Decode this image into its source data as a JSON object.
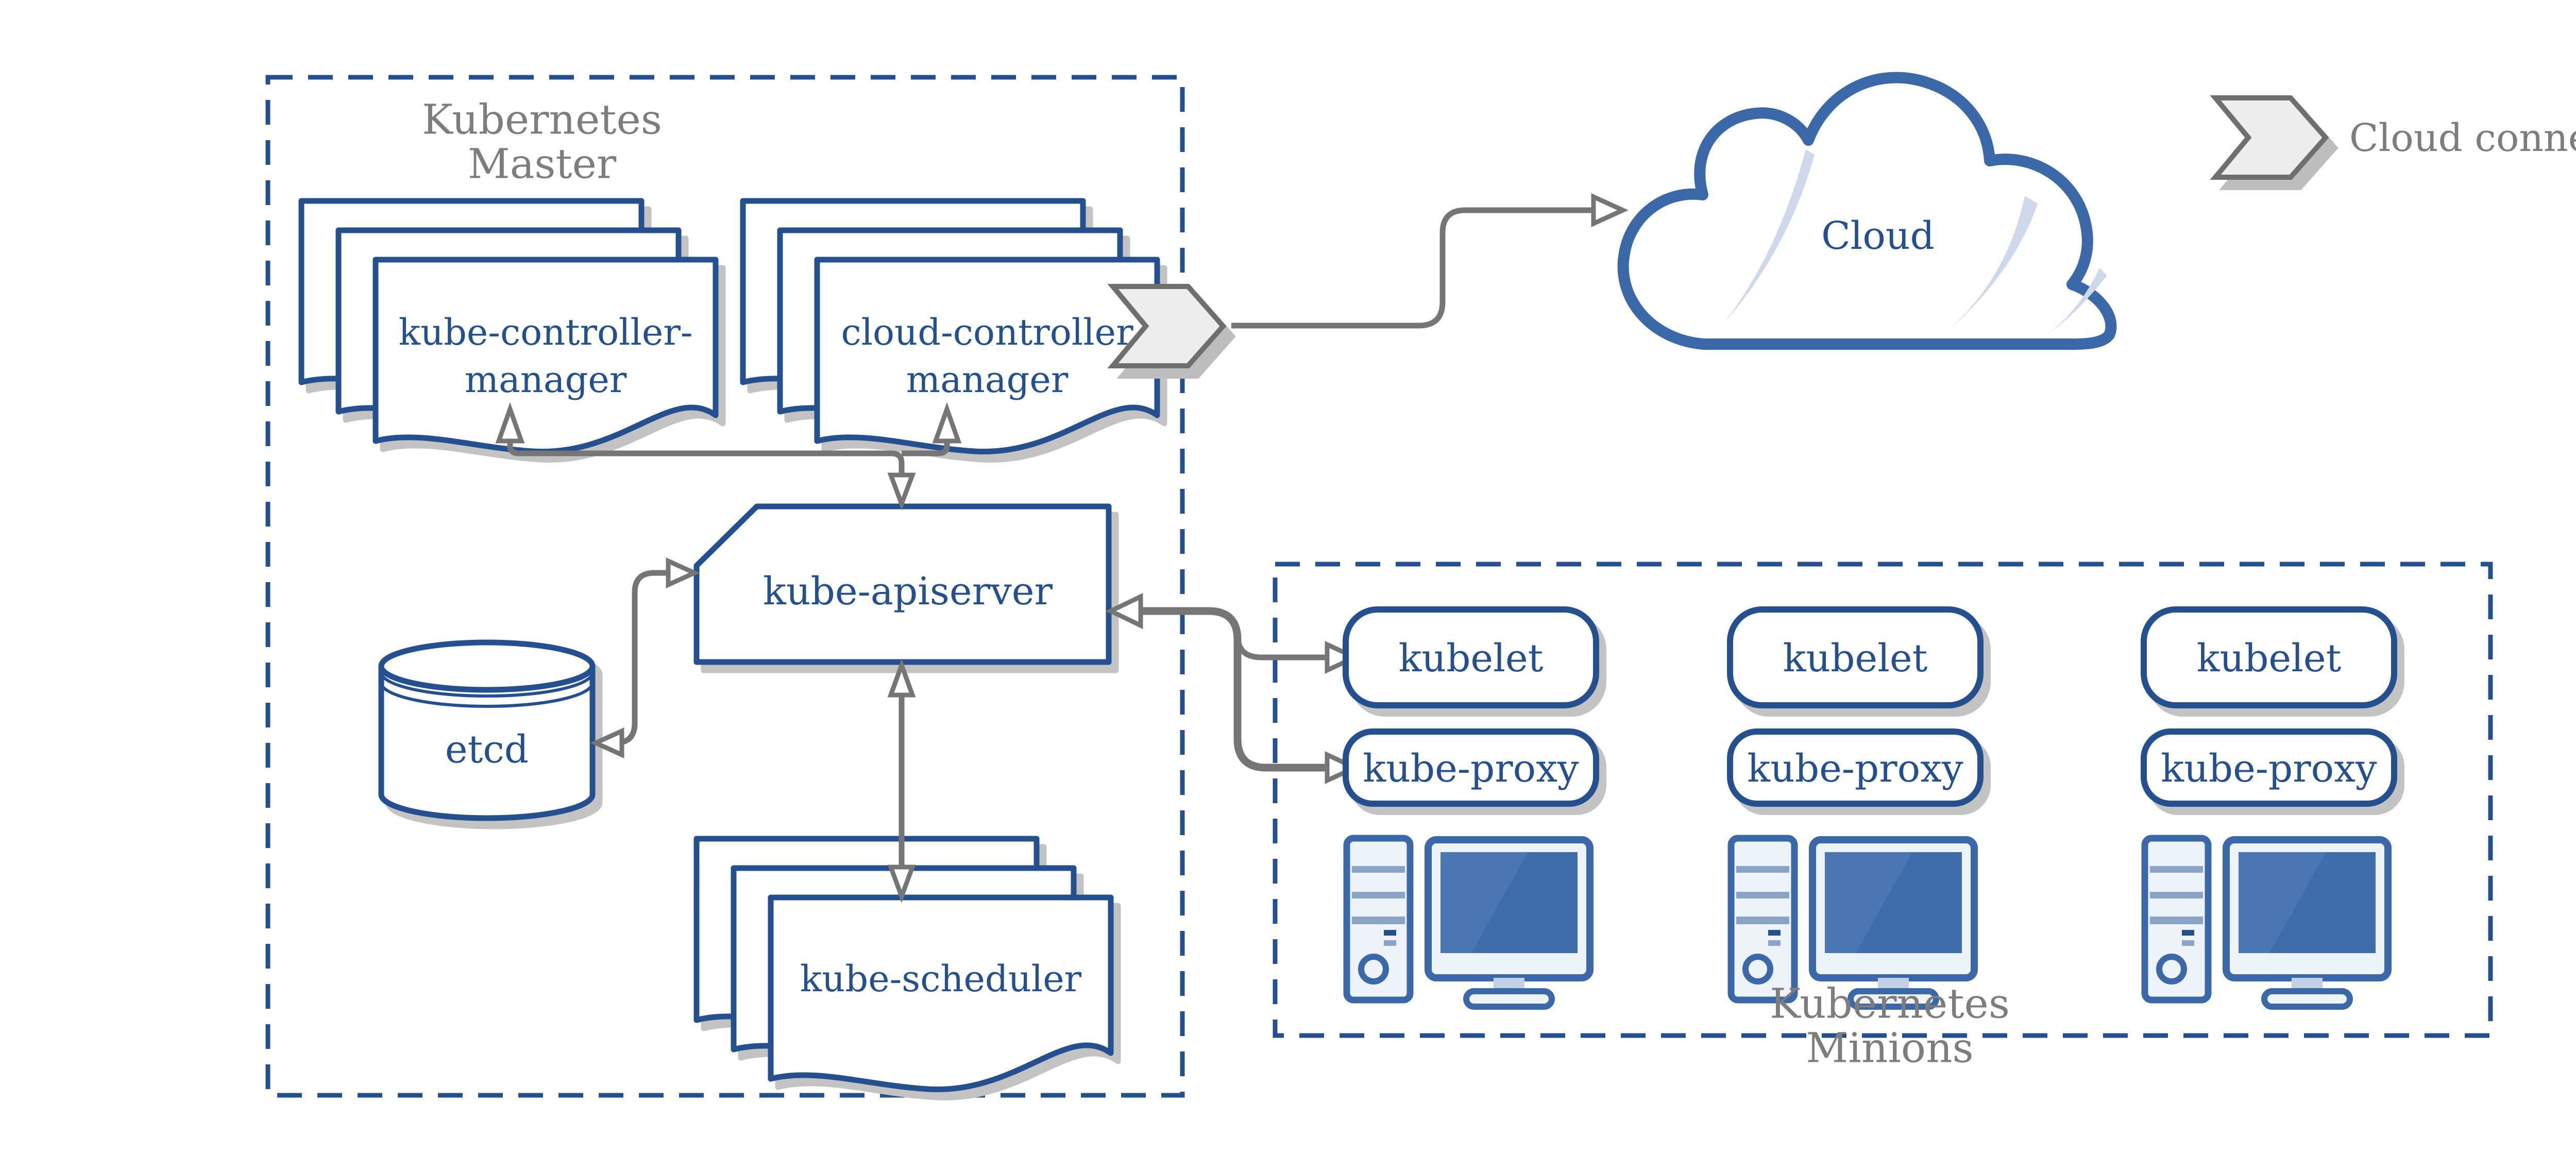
{
  "master": {
    "title": [
      "Kubernetes",
      "Master"
    ],
    "kube_controller_manager": [
      "kube-controller-",
      "manager"
    ],
    "cloud_controller_manager": [
      "cloud-controller",
      "manager"
    ],
    "kube_apiserver": "kube-apiserver",
    "etcd": "etcd",
    "kube_scheduler": "kube-scheduler"
  },
  "cloud": {
    "label": "Cloud"
  },
  "legend": {
    "cloud_connector": "Cloud connector"
  },
  "minions": {
    "title": [
      "Kubernetes",
      "Minions"
    ],
    "nodes": [
      {
        "kubelet": "kubelet",
        "kube_proxy": "kube-proxy"
      },
      {
        "kubelet": "kubelet",
        "kube_proxy": "kube-proxy"
      },
      {
        "kubelet": "kubelet",
        "kube_proxy": "kube-proxy"
      }
    ]
  },
  "colors": {
    "primary_blue": "#24508F",
    "icon_blue": "#3A68A8",
    "screen_blue": "#3E6CAB",
    "screen_highlight": "#4A76B4",
    "gray_text": "#7D7D7D",
    "arrow_gray": "#757575",
    "shadow_gray": "#C3C3C3",
    "cloud_accent": "#CDD9EB",
    "chevron_fill": "#EDEDED"
  }
}
